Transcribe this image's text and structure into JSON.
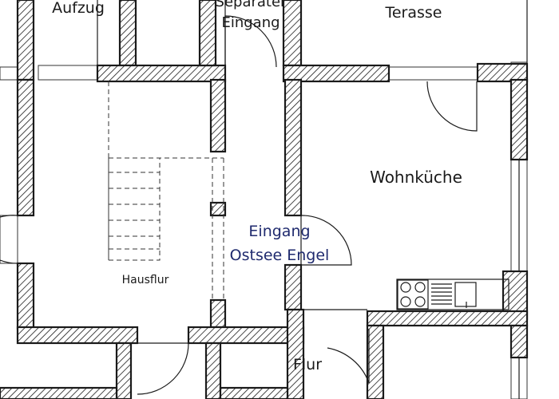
{
  "rooms": {
    "aufzug": "Aufzug",
    "separater_eingang_line1": "Separater",
    "separater_eingang_line2": "Eingang",
    "terasse": "Terasse",
    "wohnkueche": "Wohnküche",
    "eingang_line1": "Eingang",
    "eingang_line2": "Ostsee Engel",
    "hausflur": "Hausflur",
    "flur": "Flur"
  },
  "colors": {
    "wall_stroke": "#1a1a1a",
    "label_text": "#1a1a1a",
    "entrance_label": "#1f2a6e",
    "background": "#ffffff"
  }
}
